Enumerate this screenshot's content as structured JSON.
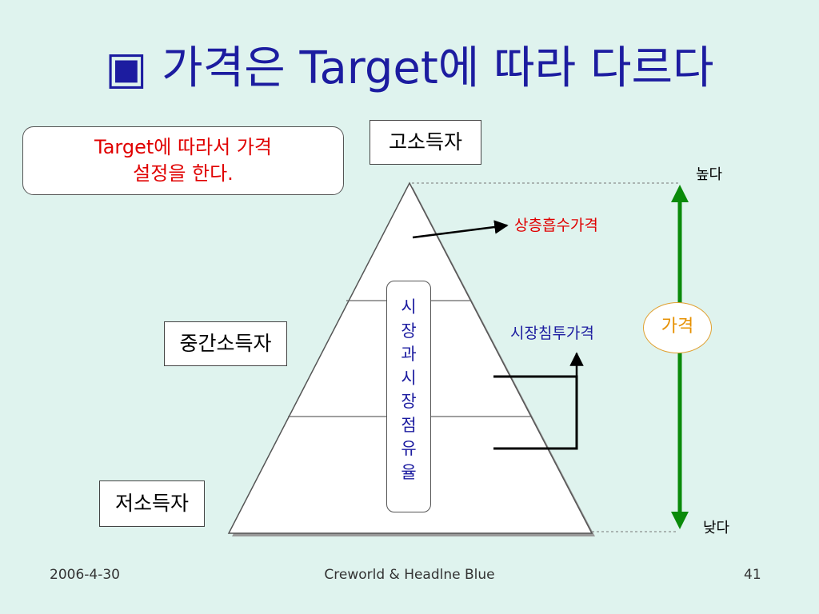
{
  "slide": {
    "title": "▣ 가격은 Target에 따라 다르다",
    "callout": {
      "line1": "Target에 따라서 가격",
      "line2": "설정을 한다."
    },
    "tiers": {
      "high": "고소득자",
      "middle": "중간소득자",
      "low": "저소득자"
    },
    "vertical_label": [
      "시",
      "장",
      "과",
      "시",
      "장",
      "점",
      "유",
      "율"
    ],
    "skimming_price": "상층흡수가격",
    "penetration_price": "시장침투가격",
    "scale": {
      "high": "높다",
      "low": "낮다",
      "price": "가격"
    },
    "colors": {
      "title": "#1c1ca0",
      "accent_red": "#e00000",
      "arrow_green": "#0a8a0a",
      "price_orange": "#e69000",
      "background": "#dff3ee"
    }
  },
  "footer": {
    "date": "2006-4-30",
    "center": "Creworld & Headlne Blue",
    "page": "41"
  }
}
